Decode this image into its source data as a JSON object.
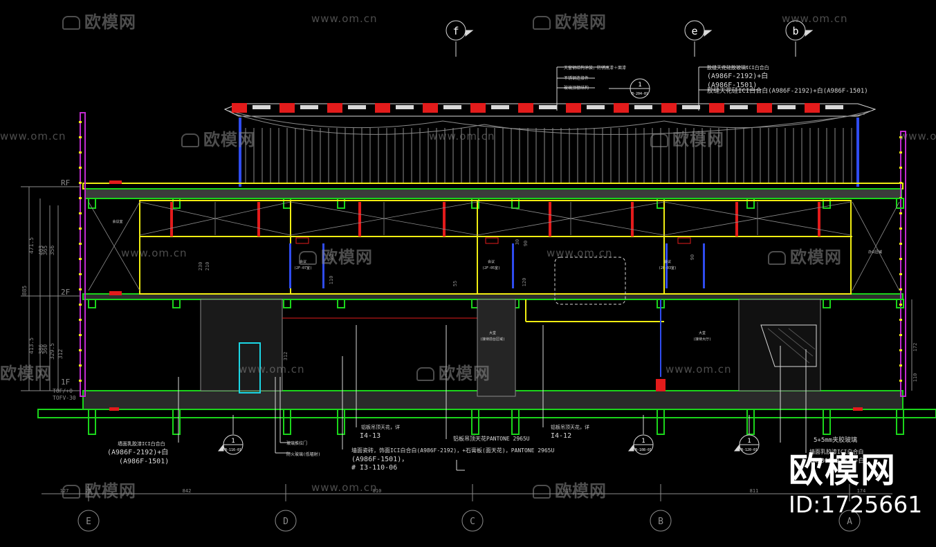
{
  "watermark": {
    "brand_cn": "欧模网",
    "url": "www.om.cn",
    "id_label": "ID:1725661"
  },
  "axes_top": [
    "f",
    "e",
    "b"
  ],
  "axes_bottom": [
    "E",
    "D",
    "C",
    "B",
    "A"
  ],
  "levels": [
    "RF",
    "2F",
    "1F"
  ],
  "level_values": [
    "TOF/+0",
    "TOFV-30"
  ],
  "left_dims": [
    "471.5",
    "403",
    "365",
    "356",
    "885",
    "413.5",
    "386",
    "360",
    "329.5",
    "312"
  ],
  "inner_dims": [
    "230",
    "210",
    "110",
    "90",
    "55",
    "120",
    "90",
    "90",
    "312",
    "30"
  ],
  "right_dims": [
    "172",
    "110"
  ],
  "bottom_dims": [
    "127",
    "25",
    "842",
    "810",
    "810",
    "811",
    "174"
  ],
  "top_notes": [
    "天窗钢结构涂装，防锈底漆＋面漆",
    "不锈钢连接件",
    "玻璃顶棚结构",
    "胶缝天花硅胶玻璃ICI白合白",
    "(A986F-2192)+白",
    "(A986F-1501)",
    "胶缝天花硅ICI白合白(A986F-2192)+白(A986F-1501)"
  ],
  "top_detail_tag": {
    "num": "1",
    "ref": "B-204-01"
  },
  "bottom_notes_left": [
    "墙面乳胶漆ICI白合白",
    "(A986F-2192)+白",
    "(A986F-1501)"
  ],
  "bottom_notes_mid": [
    "玻璃推拉门",
    "防火玻璃(低辐射)",
    "铝板吊顶天花，详",
    "I4-13",
    "墙面瓷砖，饰面ICI白合白(A986F-2192)，+石膏板(面天花)，PANTONE 2965U",
    "(A986F-1501)，",
    "# I3-110-06",
    "铝板吊顶天花PANTONE 2965U",
    "铝板吊顶天花，详",
    "I4-12"
  ],
  "bottom_notes_right": [
    "5+5mm夹胶玻璃",
    "墙面乳胶漆ICI白合白",
    "(A986F-2192)+白"
  ],
  "detail_markers": [
    {
      "num": "1",
      "ref": "B-116-01"
    },
    {
      "num": "1",
      "ref": "B-108-01"
    },
    {
      "num": "1",
      "ref": "B-120-01"
    }
  ],
  "room_labels": [
    "会议室",
    "会议",
    "(2F-07室)",
    "会议",
    "(2F-05室)",
    "会议",
    "(2F-03室)",
    "大堂",
    "(接待前台区域)",
    "大堂",
    "(接待大厅)",
    "办公区域"
  ],
  "colors": {
    "background": "#000000",
    "slab_green": "#1bd51b",
    "yellow": "#f1ee12",
    "red": "#e31b1b",
    "magenta": "#c32bd0",
    "blue": "#2f4cf0",
    "cyan": "#1bd7e6",
    "white_line": "#d9d9d9",
    "grey_line": "#8c8c8c"
  }
}
